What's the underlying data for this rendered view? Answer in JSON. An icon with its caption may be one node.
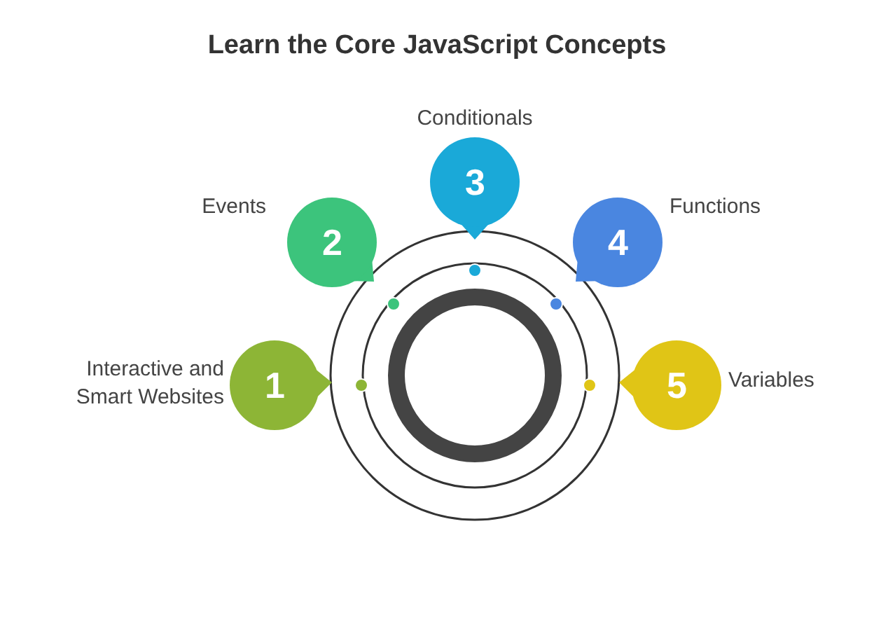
{
  "diagram": {
    "title": "Learn the Core JavaScript Concepts",
    "nodes": [
      {
        "text": [
          "1"
        ],
        "beside": [
          "Interactive and Smart Websites"
        ]
      },
      {
        "text": [
          "2"
        ],
        "beside": [
          "Events"
        ]
      },
      {
        "text": [
          "3"
        ],
        "beside": [
          "Conditionals"
        ]
      },
      {
        "text": [
          "4"
        ],
        "beside": [
          "Functions"
        ]
      },
      {
        "text": [
          "5"
        ],
        "beside": [
          "Variables"
        ]
      }
    ]
  }
}
